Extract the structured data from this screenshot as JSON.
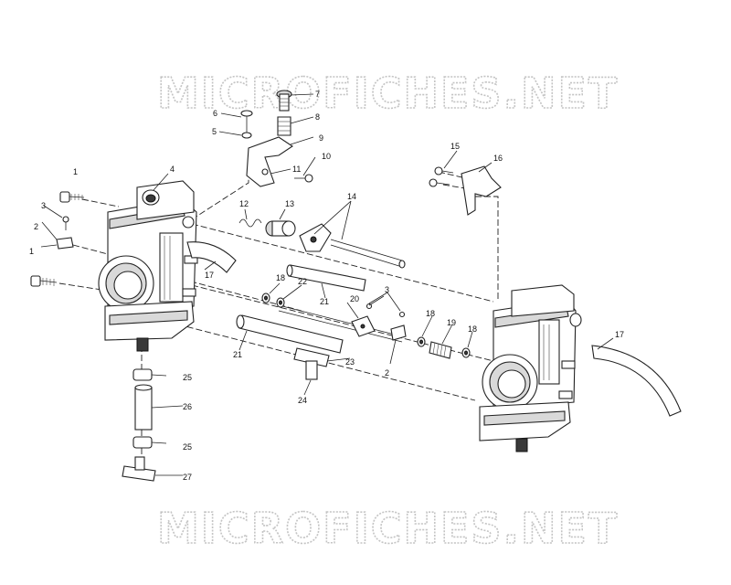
{
  "watermarks": [
    "MICROFICHES.NET",
    "MICROFICHES.NET"
  ],
  "callouts": [
    "1",
    "1",
    "2",
    "2",
    "3",
    "3",
    "4",
    "5",
    "6",
    "7",
    "8",
    "9",
    "10",
    "11",
    "12",
    "13",
    "14",
    "15",
    "16",
    "17",
    "17",
    "18",
    "18",
    "18",
    "19",
    "20",
    "21",
    "21",
    "22",
    "23",
    "24",
    "25",
    "25",
    "26",
    "27"
  ]
}
